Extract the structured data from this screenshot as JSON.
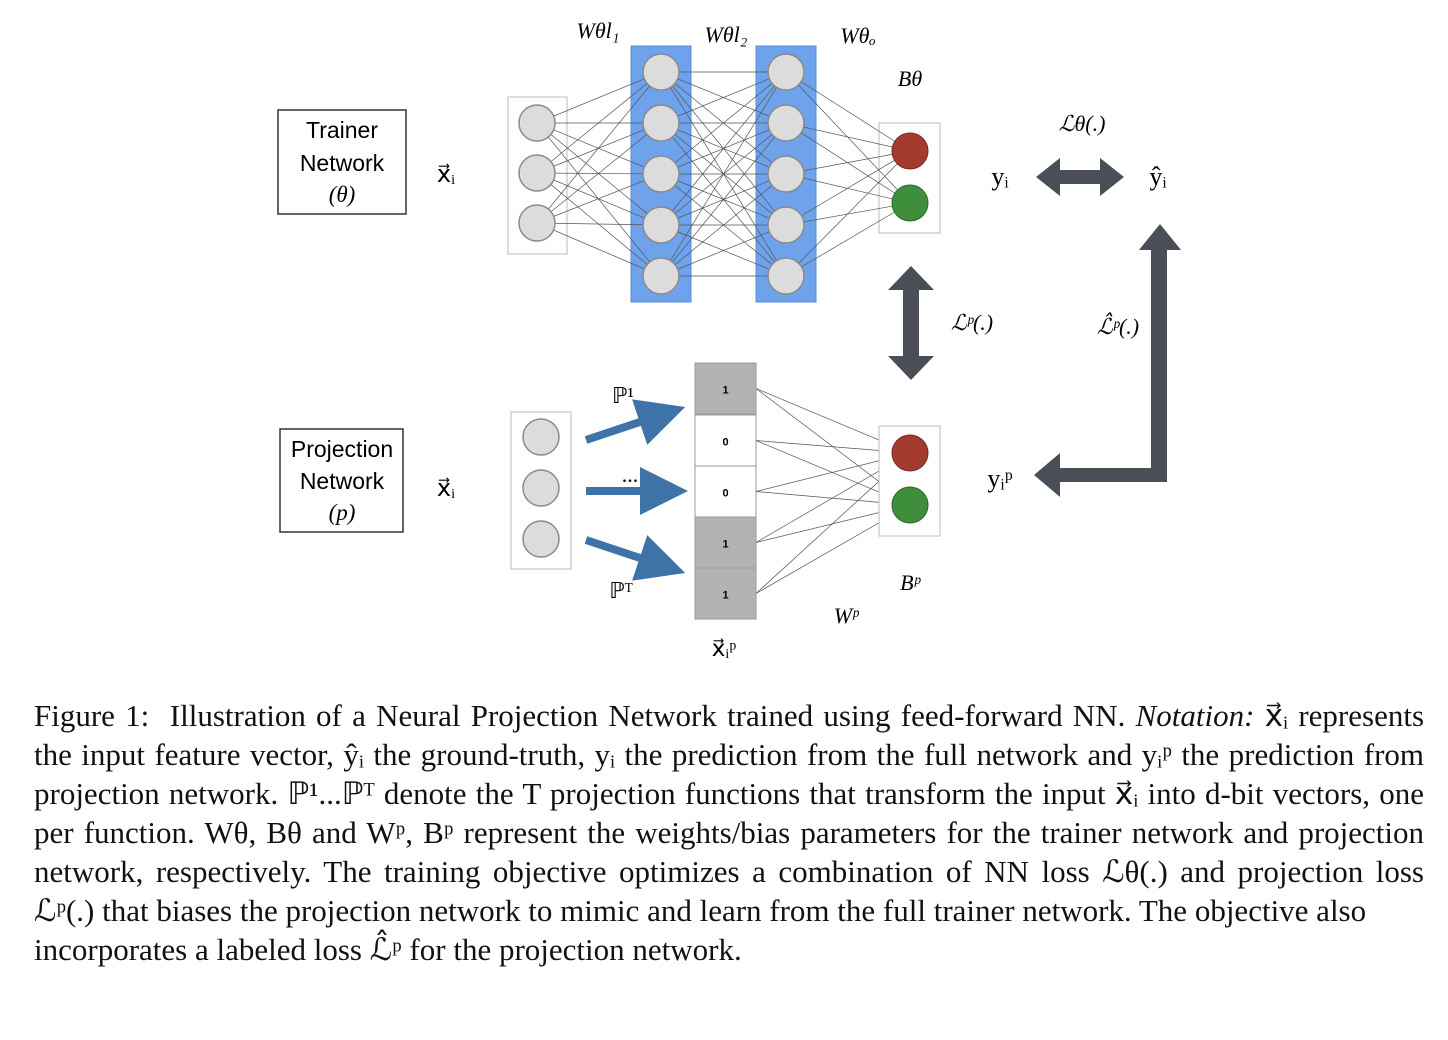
{
  "figure": {
    "trainer_box": {
      "line1": "Trainer",
      "line2": "Network",
      "line3": "(θ)"
    },
    "projection_box": {
      "line1": "Projection",
      "line2": "Network",
      "line3": "(p)"
    },
    "input_label_top": "x⃗ᵢ",
    "input_label_bottom": "x⃗ᵢ",
    "weight_labels": {
      "w1": "Wθl₁",
      "w2": "Wθl₂",
      "wo": "Wθₒ",
      "wp": "Wᵖ"
    },
    "bias_labels": {
      "btheta": "Bθ",
      "bp": "Bᵖ"
    },
    "loss_labels": {
      "ltheta": "ℒθ(.)",
      "lp": "ℒᵖ(.)",
      "lp_hat": "ℒ̂ᵖ(.)"
    },
    "output_labels": {
      "yi": "yᵢ",
      "yhat": "ŷᵢ",
      "yp": "yᵢᵖ"
    },
    "projection_labels": {
      "p1": "ℙ¹",
      "dots": "...",
      "pT": "ℙᵀ",
      "xp": "x⃗ᵢᵖ"
    },
    "bits": [
      "1",
      "0",
      "0",
      "1",
      "1"
    ],
    "colors": {
      "hidden_band": "#6ea3ec",
      "node_fill": "#dcdcdc",
      "node_stroke": "#8a8a8a",
      "out_red": "#a33b2e",
      "out_green": "#3e8e3c",
      "arrow_gray": "#4a4f57",
      "proj_arrow": "#3e73a8",
      "bit_gray": "#b3b3b3"
    }
  },
  "caption": {
    "figure_num": "Figure 1:",
    "title": "Illustration of a Neural Projection Network trained using feed-forward NN.",
    "notation_label": "Notation:",
    "body1": "x⃗ᵢ represents the input feature vector, ŷᵢ the ground-truth, yᵢ the prediction from the full network and yᵢᵖ the prediction from projection network. ℙ¹...ℙᵀ denote the T projection functions that transform the input x⃗ᵢ into d-bit vectors, one per function. Wθ, Bθ and Wᵖ, Bᵖ represent the weights/bias parameters for the trainer network and projection network, respectively.",
    "body2": "The training objective optimizes a combination of NN loss ℒθ(.) and projection loss ℒᵖ(.) that biases the projection network to mimic and learn from the full trainer network. The objective also",
    "body3": "incorporates a labeled loss ℒ̂ᵖ for the projection network."
  }
}
